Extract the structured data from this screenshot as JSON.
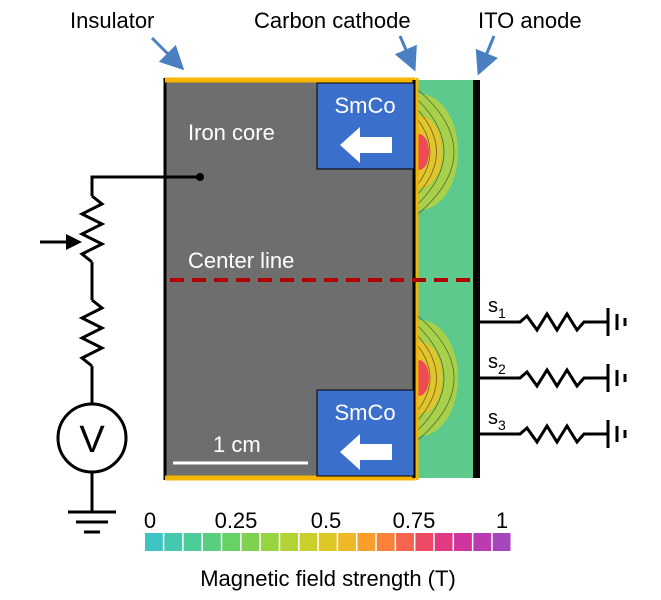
{
  "labels": {
    "insulator": "Insulator",
    "carbon_cathode": "Carbon cathode",
    "ito_anode": "ITO anode",
    "iron_core": "Iron core",
    "center_line": "Center line",
    "magnet_top": "SmCo",
    "magnet_bottom": "SmCo",
    "scale": "1 cm",
    "voltmeter": "V",
    "s1": "s",
    "s1_sub": "1",
    "s2": "s",
    "s2_sub": "2",
    "s3": "s",
    "s3_sub": "3"
  },
  "colorbar": {
    "ticks": [
      "0",
      "0.25",
      "0.5",
      "0.75",
      "1"
    ],
    "title": "Magnetic field strength (T)",
    "colors": [
      "#3fc4c4",
      "#44c8b0",
      "#4ccc98",
      "#57cf7e",
      "#66d165",
      "#7fd24f",
      "#98d340",
      "#b2d235",
      "#c9cf2d",
      "#dec828",
      "#eeb826",
      "#f79f2a",
      "#f9823a",
      "#f6634e",
      "#ee4a66",
      "#e23a82",
      "#cf359c",
      "#bb3bb0",
      "#a446bc"
    ]
  },
  "colors": {
    "iron": "#6e6e6e",
    "insulator": "#f5b400",
    "magnet": "#3a6fcb",
    "arrow_blue": "#4a7fc1",
    "center_line": "#b00000"
  }
}
